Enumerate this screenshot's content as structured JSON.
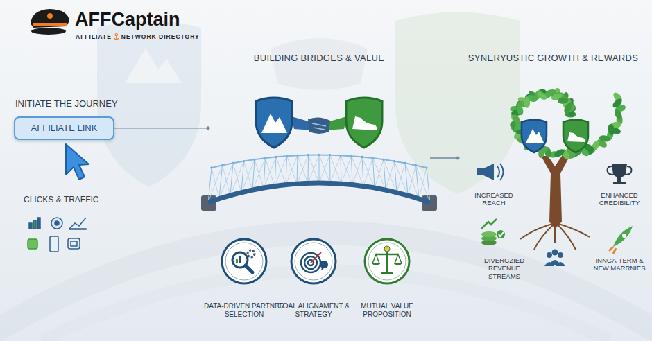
{
  "diagram": {
    "nodes": [
      {
        "text": [
          "AFFILIATE LINK"
        ]
      },
      {
        "text": [
          "BUILDING BRIDGES & VALUE"
        ]
      },
      {
        "text": [
          "SYNERYUSTIC GROWTH & REWARDS"
        ]
      },
      {
        "text": [
          "DATA-DRIVEN PARTNER SELECTION"
        ]
      },
      {
        "text": [
          "GOAL ALIGNAMENT & STRATEGY"
        ]
      },
      {
        "text": [
          "MUTUAL VALUE PROPOSITION"
        ]
      }
    ],
    "edges": [
      {
        "from": 0,
        "to": 1,
        "arrow": "none"
      },
      {
        "from": 1,
        "to": 2,
        "arrow": "none"
      }
    ],
    "labels": [
      "AFFCaptain",
      "AFFILIATE",
      "NETWORK DIRECTORY",
      "INITIATE THE JOURNEY",
      "CLICKS & TRAFFIC",
      "INCREASED REACH",
      "ENHANCED CREDIBILITY",
      "DIVERGZIED REVENUE STREAMS",
      "INNGA-TERM & NEW MARRNIES"
    ]
  }
}
